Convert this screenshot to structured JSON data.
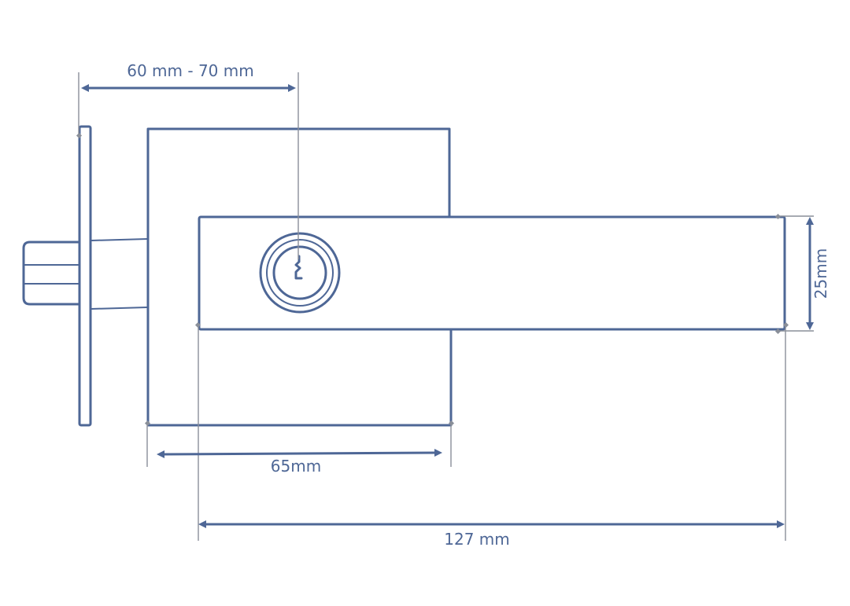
{
  "dimensions": {
    "backset": "60 mm - 70 mm",
    "rose_width": "65mm",
    "lever_length": "127 mm",
    "lever_height": "25mm"
  },
  "colors": {
    "outline": "#4e6796",
    "extension": "#8a8f99"
  },
  "icons": {
    "key_cylinder": "keyhole-icon"
  }
}
